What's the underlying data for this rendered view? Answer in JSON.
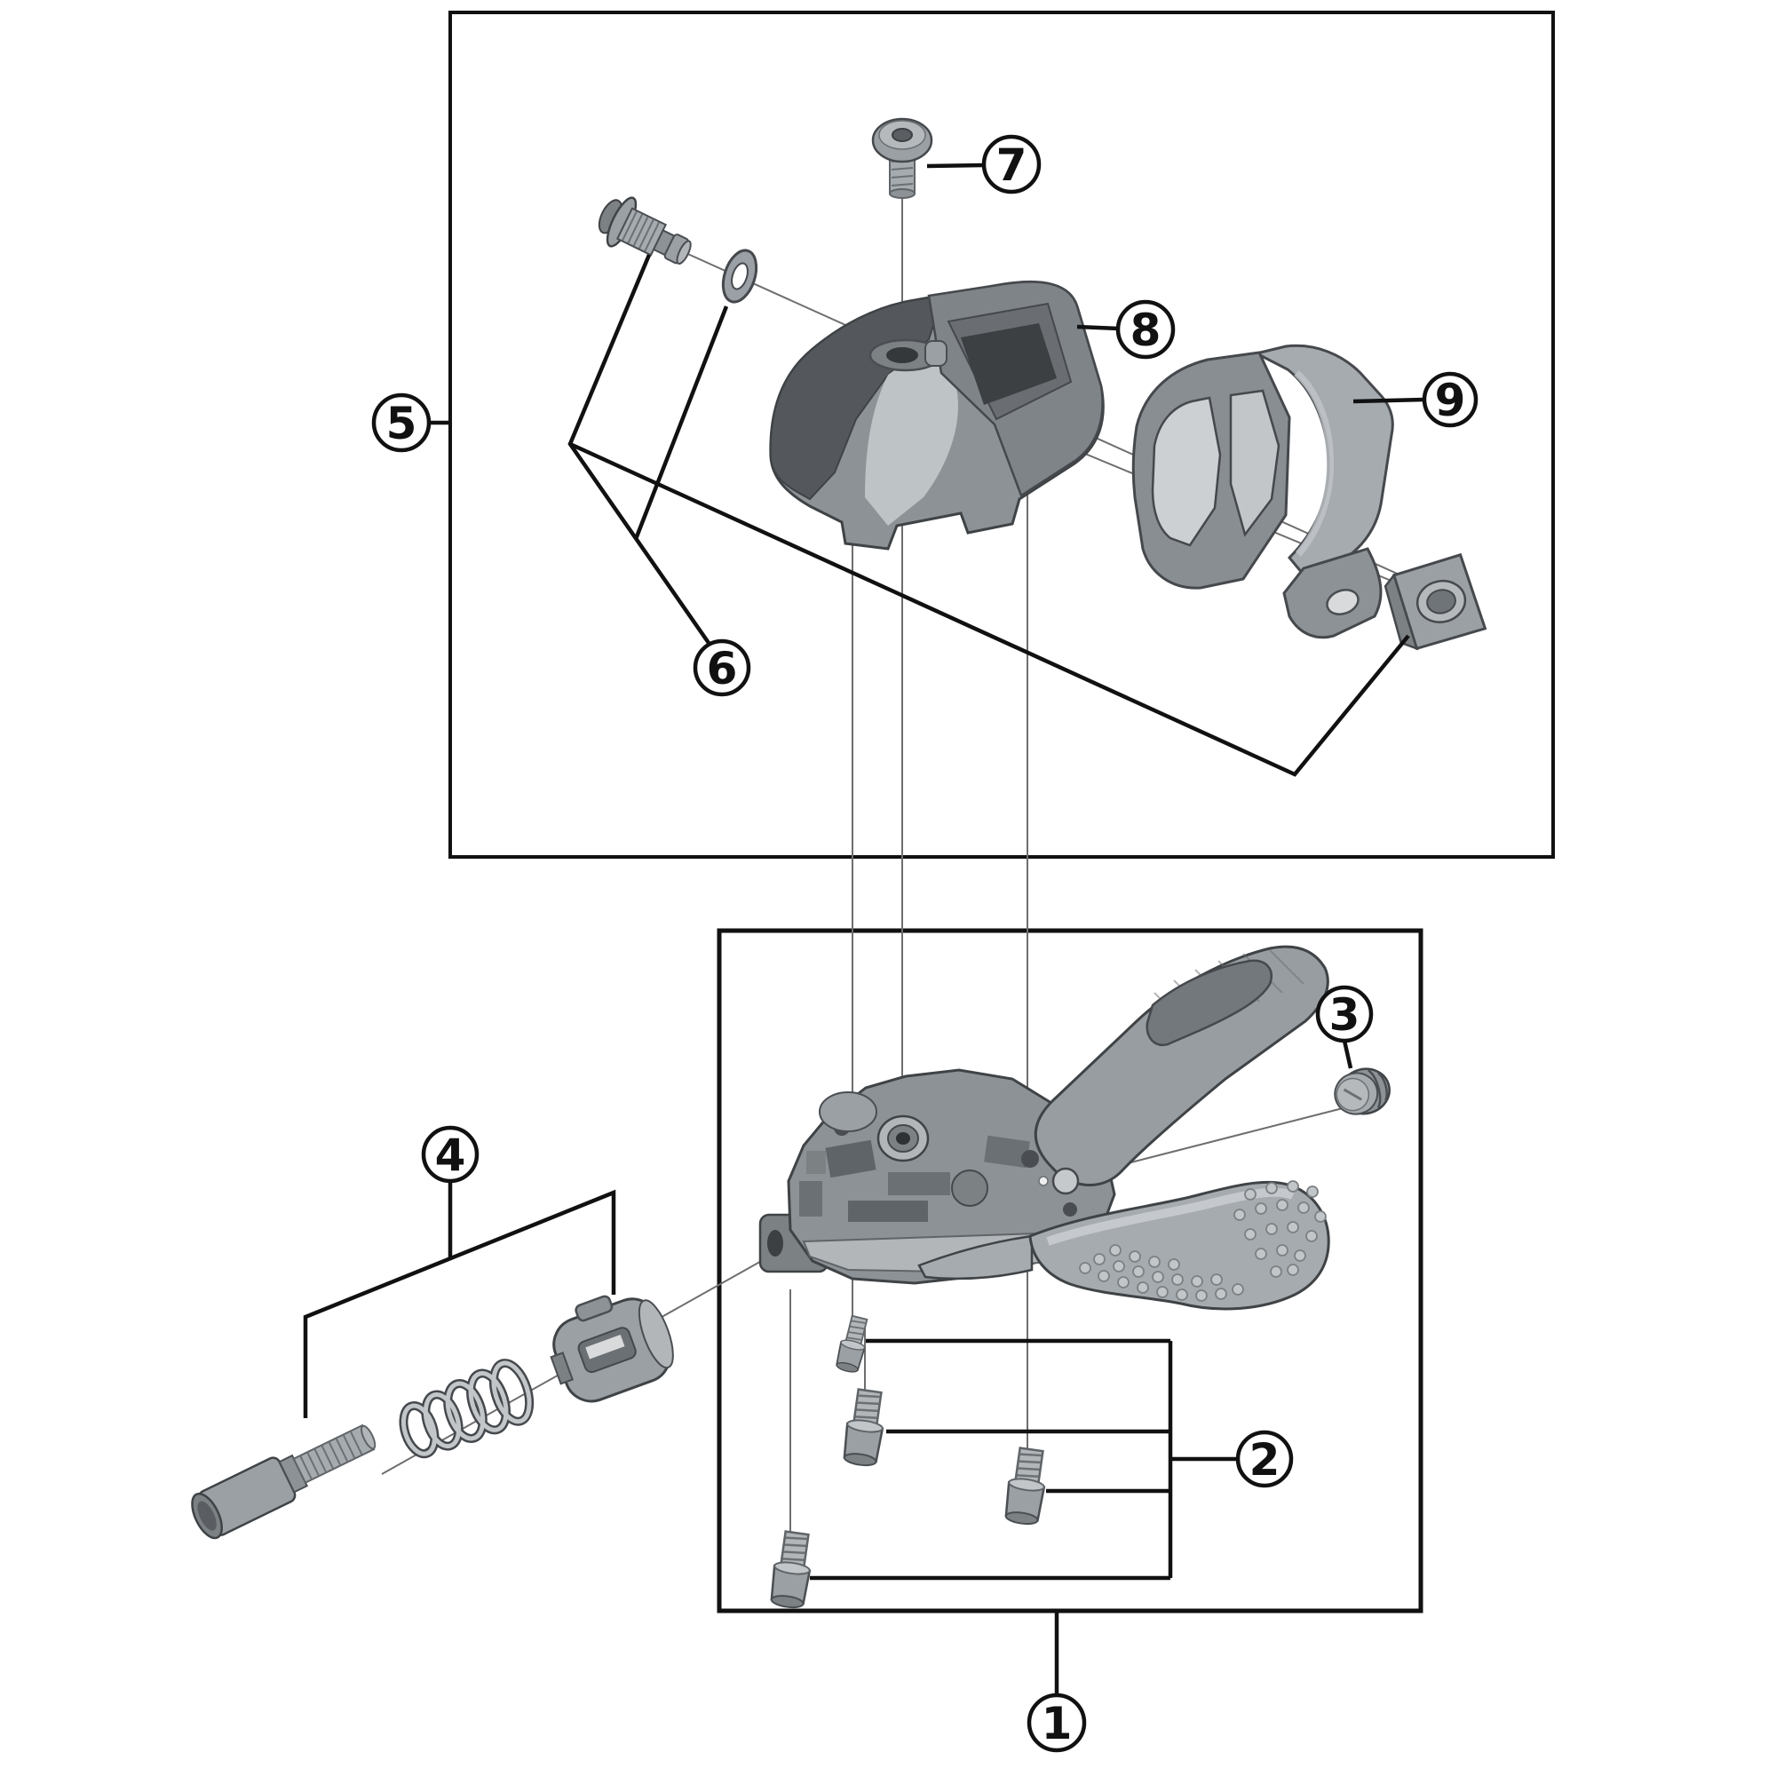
{
  "figure": {
    "background_color": "#ffffff",
    "outline_color": "#111111",
    "leader_color": "#6e6e6e",
    "part_fill_light": "#c2c6c9",
    "part_fill_mid": "#a6abaf",
    "part_fill_base": "#8d9296",
    "part_fill_dark": "#5f6468",
    "part_fill_darkest": "#3c4043"
  },
  "callouts": [
    {
      "number": "1"
    },
    {
      "number": "2"
    },
    {
      "number": "3"
    },
    {
      "number": "4"
    },
    {
      "number": "5"
    },
    {
      "number": "6"
    },
    {
      "number": "7"
    },
    {
      "number": "8"
    },
    {
      "number": "9"
    }
  ]
}
